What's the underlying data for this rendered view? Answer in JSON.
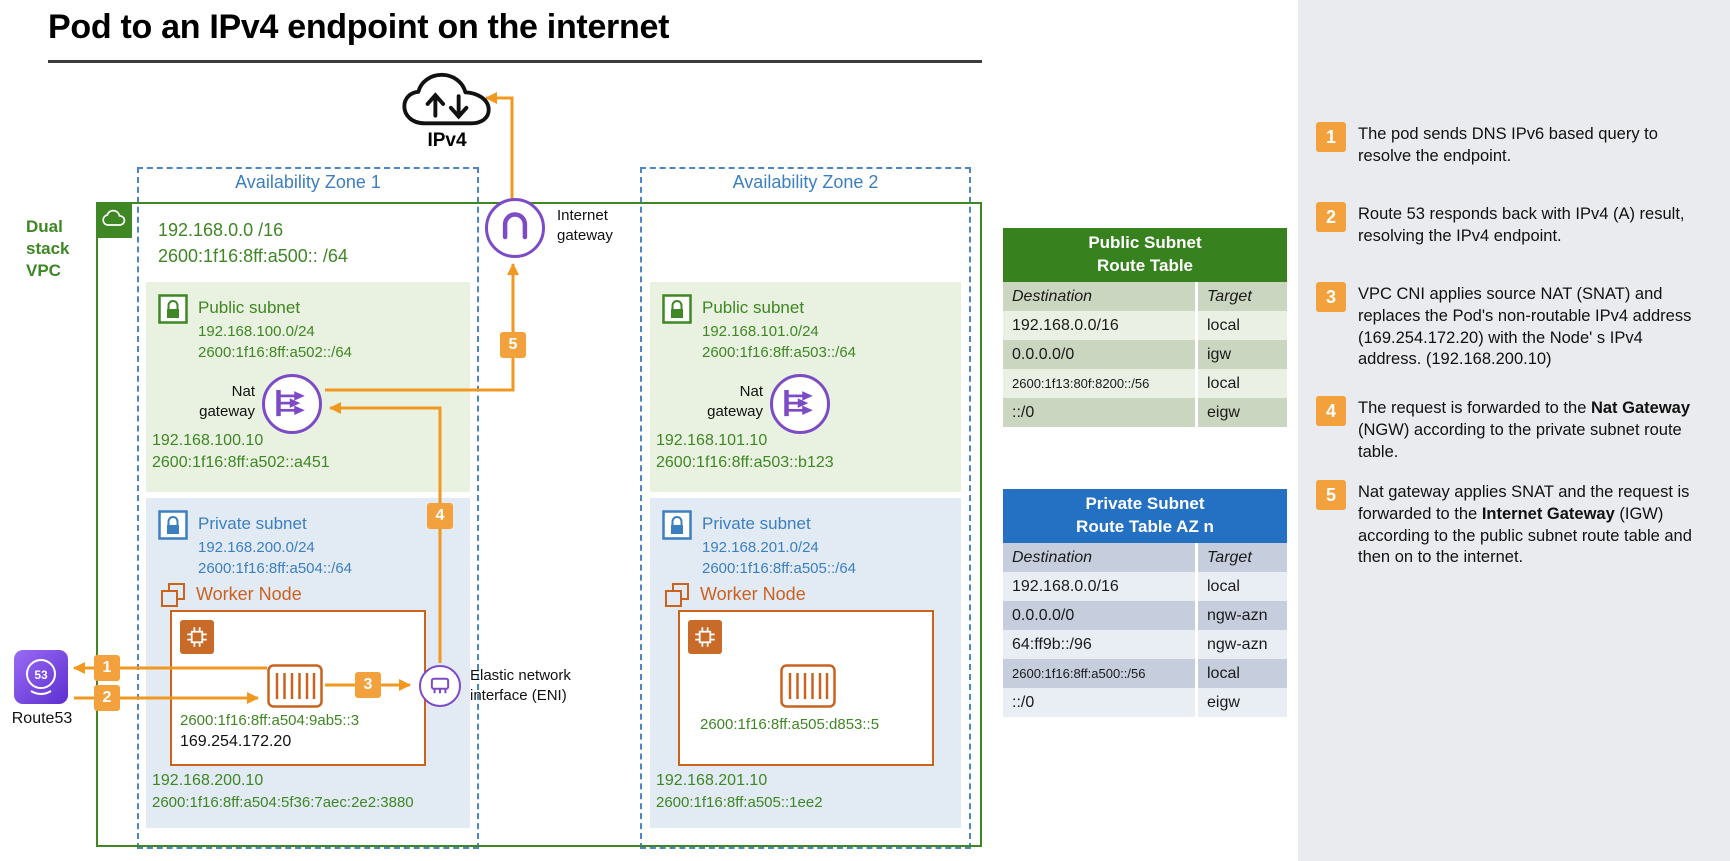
{
  "palette": {
    "orange_flow": "#F0981F",
    "orange_badge": "#F2A13C",
    "green": "#3F8624",
    "blue": "#3C7FC0",
    "purple": "#7D4BC6",
    "worker_orange": "#C9631E",
    "table_green": "#38811F",
    "table_blue": "#2471C4",
    "sidebar_gray": "#E9EBEE"
  },
  "title": "Pod to an IPv4 endpoint on the internet",
  "internet": {
    "label": "IPv4"
  },
  "vpc": {
    "label_lines": [
      "Dual",
      "stack",
      "VPC"
    ],
    "cidr4": "192.168.0.0 /16",
    "cidr6": "2600:1f16:8ff:a500:: /64"
  },
  "igw": {
    "label": "Internet gateway"
  },
  "route53": {
    "label": "Route53"
  },
  "eni": {
    "label": "Elastic network interface (ENI)"
  },
  "flow_badges": [
    "1",
    "2",
    "3",
    "4",
    "5"
  ],
  "az1": {
    "label": "Availability Zone 1",
    "public": {
      "title": "Public subnet",
      "cidr4": "192.168.100.0/24",
      "cidr6": "2600:1f16:8ff:a502::/64",
      "nat_label": "Nat gateway",
      "ip4": "192.168.100.10",
      "ip6": "2600:1f16:8ff:a502::a451"
    },
    "private": {
      "title": "Private subnet",
      "cidr4": "192.168.200.0/24",
      "cidr6": "2600:1f16:8ff:a504::/64",
      "worker_label": "Worker Node",
      "pod_ip6": "2600:1f16:8ff:a504:9ab5::3",
      "pod_ip4": "169.254.172.20",
      "node_ip4": "192.168.200.10",
      "node_ip6": "2600:1f16:8ff:a504:5f36:7aec:2e2:3880"
    }
  },
  "az2": {
    "label": "Availability Zone 2",
    "public": {
      "title": "Public subnet",
      "cidr4": "192.168.101.0/24",
      "cidr6": "2600:1f16:8ff:a503::/64",
      "nat_label": "Nat gateway",
      "ip4": "192.168.101.10",
      "ip6": "2600:1f16:8ff:a503::b123"
    },
    "private": {
      "title": "Private subnet",
      "cidr4": "192.168.201.0/24",
      "cidr6": "2600:1f16:8ff:a505::/64",
      "worker_label": "Worker Node",
      "pod_ip6": "2600:1f16:8ff:a505:d853::5",
      "node_ip4": "192.168.201.10",
      "node_ip6": "2600:1f16:8ff:a505::1ee2"
    }
  },
  "tables": {
    "public": {
      "title_line1": "Public Subnet",
      "title_line2": "Route Table",
      "col_dest": "Destination",
      "col_target": "Target",
      "rows": [
        {
          "destination": "192.168.0.0/16",
          "target": "local"
        },
        {
          "destination": "0.0.0.0/0",
          "target": "igw"
        },
        {
          "destination": "2600:1f13:80f:8200::/56",
          "target": "local"
        },
        {
          "destination": "::/0",
          "target": "eigw"
        }
      ]
    },
    "private": {
      "title_line1": "Private Subnet",
      "title_line2": "Route Table AZ n",
      "col_dest": "Destination",
      "col_target": "Target",
      "rows": [
        {
          "destination": "192.168.0.0/16",
          "target": "local"
        },
        {
          "destination": "0.0.0.0/0",
          "target": "ngw-azn"
        },
        {
          "destination": "64:ff9b::/96",
          "target": "ngw-azn"
        },
        {
          "destination": "2600:1f16:8ff:a500::/56",
          "target": "local"
        },
        {
          "destination": "::/0",
          "target": "eigw"
        }
      ]
    }
  },
  "sidebar": {
    "steps": [
      {
        "num": "1",
        "pre": "The pod sends DNS IPv6 based query to resolve the endpoint.",
        "bold": "",
        "post": ""
      },
      {
        "num": "2",
        "pre": "Route 53 responds back with IPv4 (A) result, resolving the IPv4 endpoint.",
        "bold": "",
        "post": ""
      },
      {
        "num": "3",
        "pre": "VPC CNI applies source NAT (SNAT) and replaces the Pod's non-routable IPv4 address (169.254.172.20) with the Node' s IPv4 address. (192.168.200.10)",
        "bold": "",
        "post": ""
      },
      {
        "num": "4",
        "pre": "The request is forwarded to the ",
        "bold": "Nat Gateway",
        "post": " (NGW) according to the private subnet route table."
      },
      {
        "num": "5",
        "pre": "Nat gateway applies SNAT and the request is forwarded to the ",
        "bold": "Internet Gateway",
        "post": " (IGW) according to the public subnet route table and then on to the internet."
      }
    ]
  }
}
